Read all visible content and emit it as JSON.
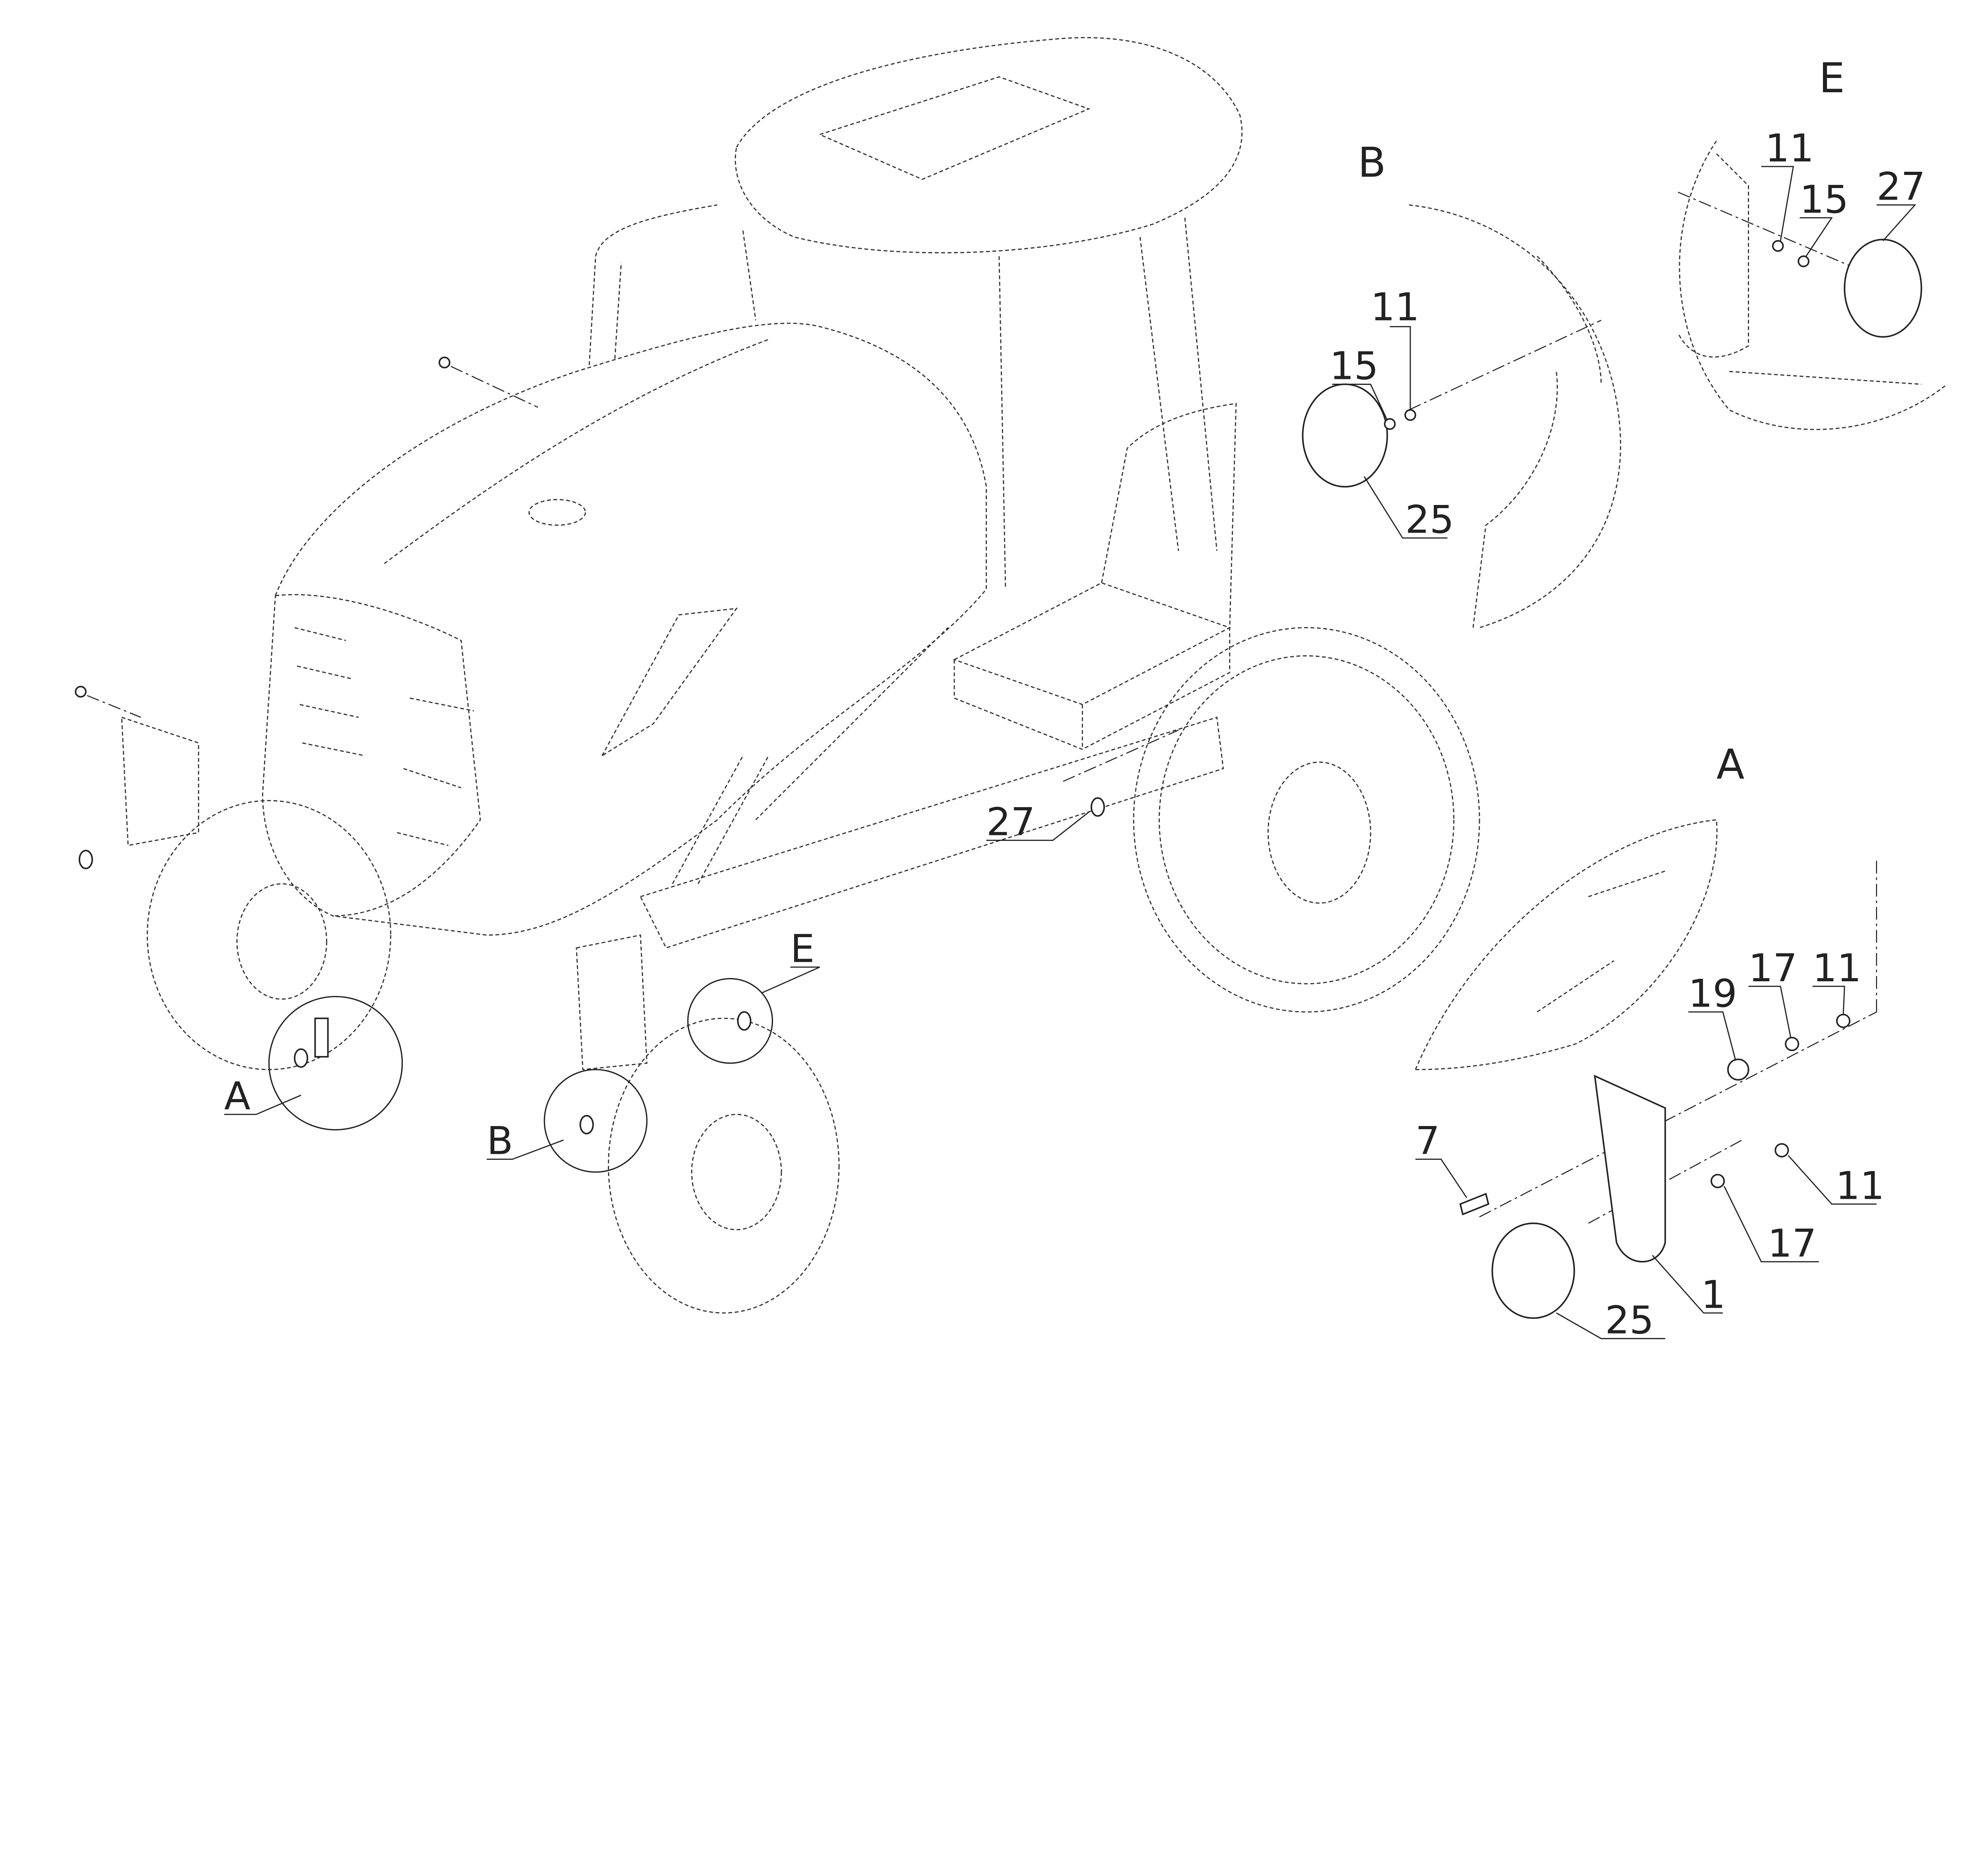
{
  "main_view": {
    "callouts": {
      "part_27": "27",
      "detail_a": "A",
      "detail_b": "B",
      "detail_e": "E"
    }
  },
  "detail_b": {
    "title": "B",
    "callouts": [
      "11",
      "15",
      "25"
    ]
  },
  "detail_e": {
    "title": "E",
    "callouts": [
      "11",
      "15",
      "27"
    ]
  },
  "detail_a": {
    "title": "A",
    "callouts": [
      "19",
      "17",
      "11",
      "7",
      "11",
      "17",
      "1",
      "25"
    ]
  }
}
